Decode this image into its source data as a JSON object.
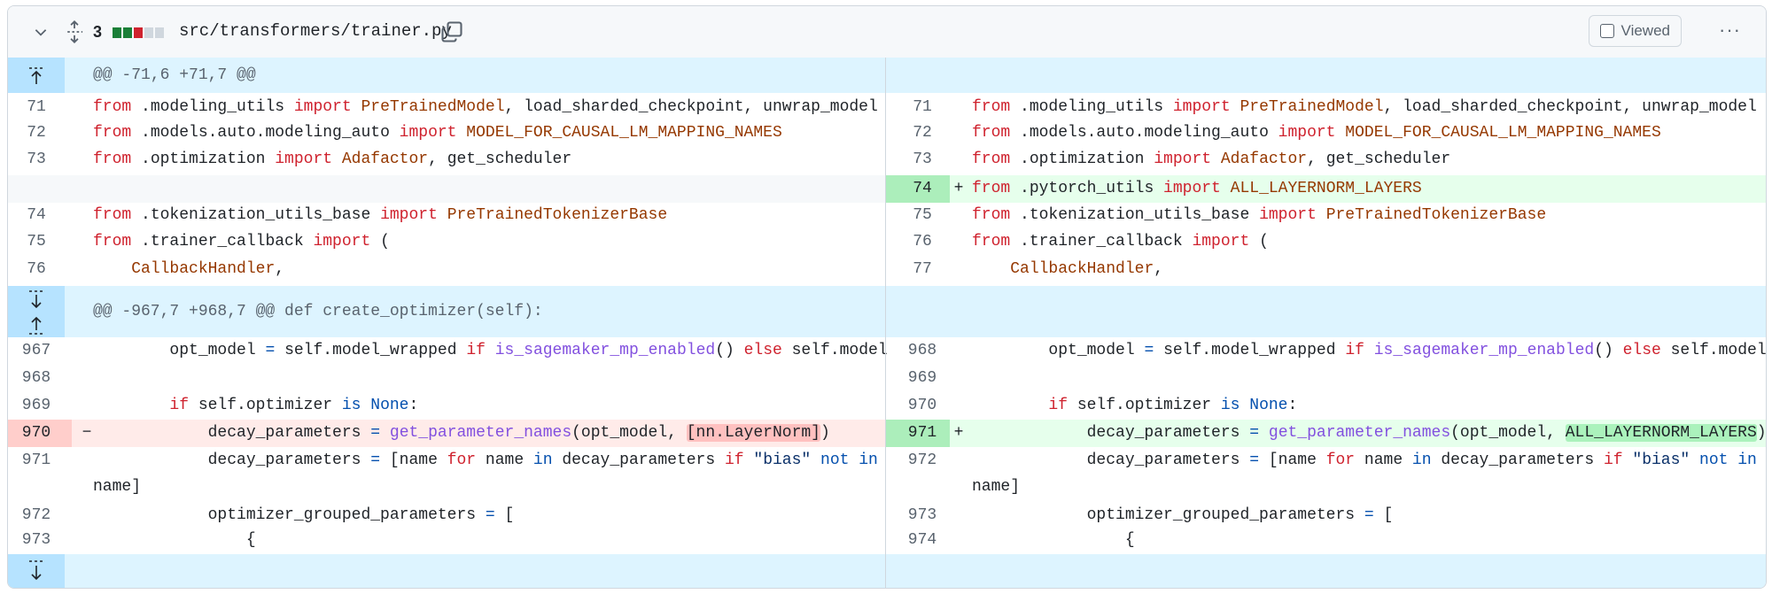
{
  "file": {
    "changes_count": "3",
    "stat_blocks": [
      "#1a7f37",
      "#1a7f37",
      "#cf222e",
      "#d0d7de",
      "#d0d7de"
    ],
    "path": "src/transformers/trainer.py",
    "viewed_label": "Viewed",
    "more_label": "···"
  },
  "hunk1": {
    "header": "@@ -71,6 +71,7 @@"
  },
  "hunk2": {
    "header": "@@ -967,7 +968,7 @@ def create_optimizer(self):"
  },
  "left1": {
    "n71": "71",
    "n72": "72",
    "n73": "73",
    "n74": "74",
    "n75": "75",
    "n76": "76"
  },
  "right1": {
    "n71": "71",
    "n72": "72",
    "n73": "73",
    "n74": "74",
    "n75": "75",
    "n76": "76",
    "n77": "77"
  },
  "left2": {
    "n967": "967",
    "n968": "968",
    "n969": "969",
    "n970": "970",
    "n971": "971",
    "n972": "972",
    "n973": "973"
  },
  "right2": {
    "n968": "968",
    "n969": "969",
    "n970": "970",
    "n971": "971",
    "n972": "972",
    "n973": "973",
    "n974": "974"
  },
  "tok": {
    "from": "from",
    "import": "import",
    "m_modeling_utils": " .modeling_utils ",
    "PreTrainedModel": "PreTrainedModel",
    "rest_modeling": ", load_sharded_checkpoint, unwrap_model",
    "m_auto": " .models.auto.modeling_auto ",
    "MAPPING": "MODEL_FOR_CAUSAL_LM_MAPPING_NAMES",
    "m_optim": " .optimization ",
    "Adafactor": "Adafactor",
    "rest_optim": ", get_scheduler",
    "m_pytorch": " .pytorch_utils ",
    "ALL_LN": "ALL_LAYERNORM_LAYERS",
    "m_tok": " .tokenization_utils_base ",
    "PreTrainedTokenizerBase": "PreTrainedTokenizerBase",
    "m_cb": " .trainer_callback ",
    "paren": " (",
    "CallbackHandler": "CallbackHandler",
    "comma": ",",
    "opt_model": "opt_model ",
    "eq": "=",
    "self_mw": " self.model_wrapped ",
    "if": "if",
    "is_smp": "is_sagemaker_mp_enabled",
    "call_empty": "() ",
    "else": "else",
    "self_model": " self.model",
    "self_optimizer": " self.optimizer ",
    "is": "is",
    "None": "None",
    "colon": ":",
    "decay_parameters": "decay_parameters ",
    "get_param_names": "get_parameter_names",
    "call_open": "(opt_model, ",
    "nn_layernorm": "[nn.LayerNorm]",
    "close": ")",
    "list_open": " [name ",
    "for": "for",
    "name_sp": " name ",
    "in": "in",
    "decay_sp": " decay_parameters ",
    "bias": "\"bias\"",
    "not": "not",
    "name_close": "name]",
    "ogp": "optimizer_grouped_parameters ",
    "bracket": " [",
    "brace": "{",
    "minus": "−",
    "plus": "+"
  }
}
